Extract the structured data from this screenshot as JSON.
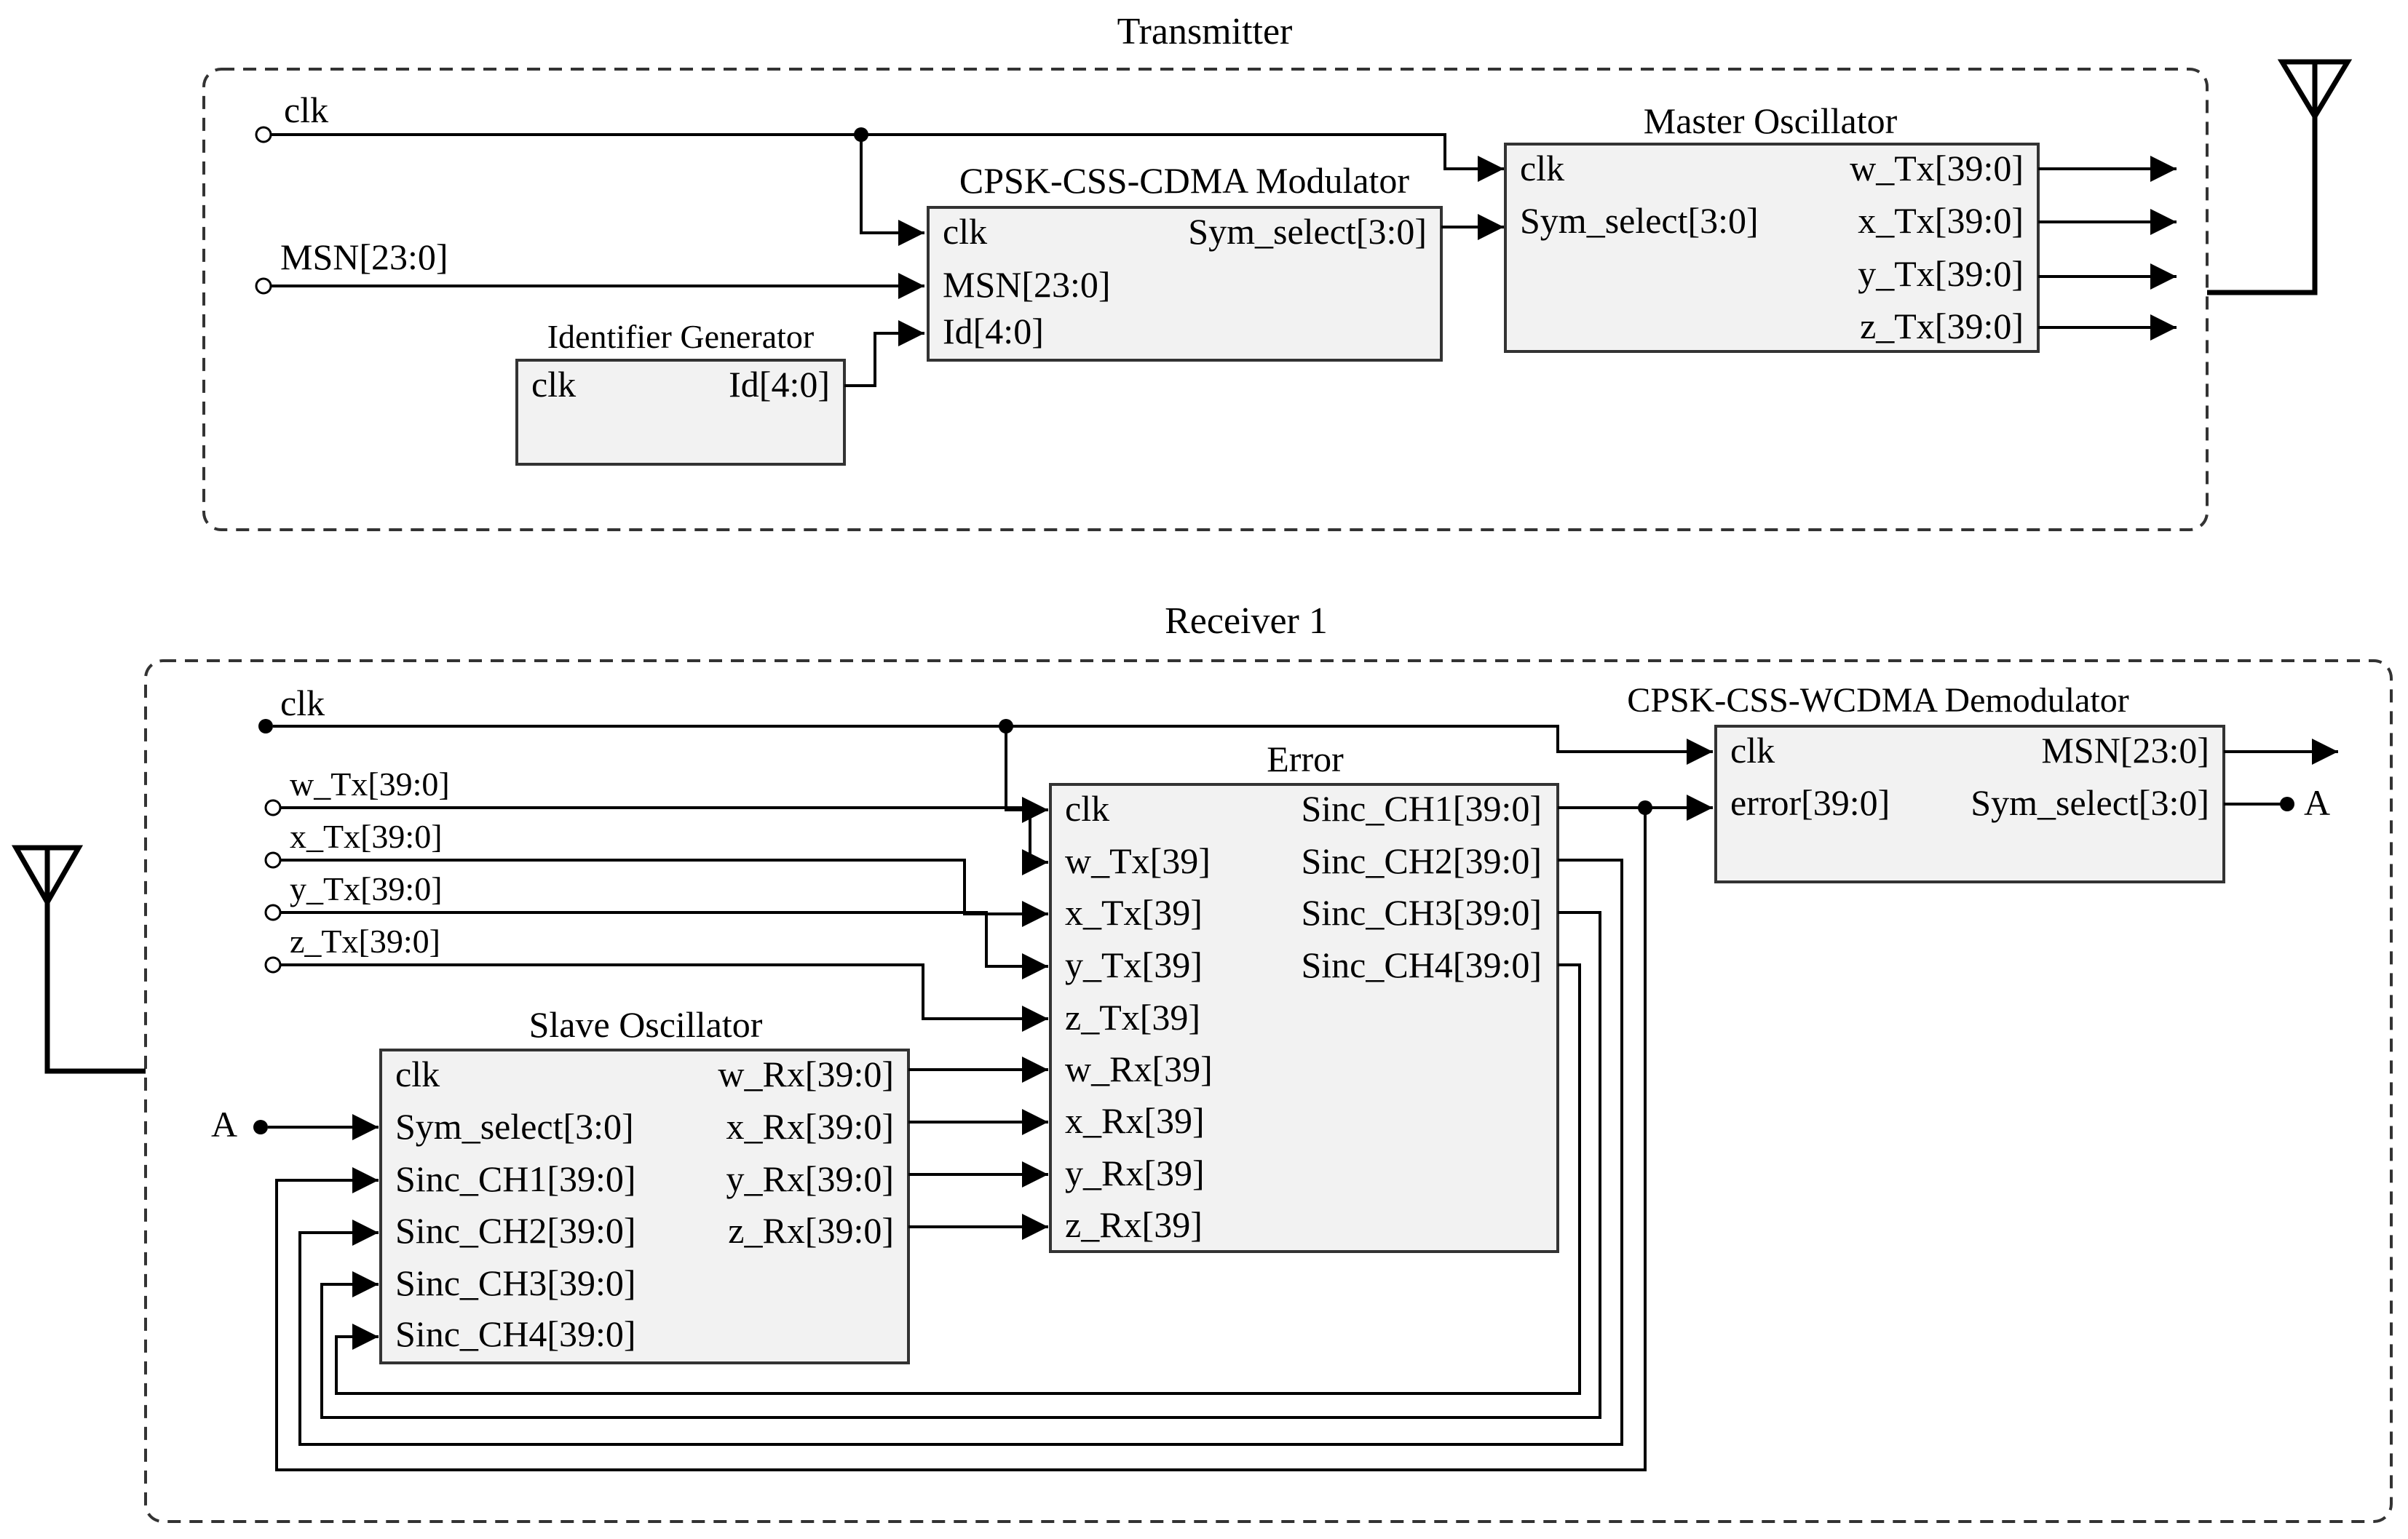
{
  "transmitter": {
    "title": "Transmitter",
    "inputs": {
      "clk": "clk",
      "msn": "MSN[23:0]"
    },
    "modulator": {
      "title": "CPSK-CSS-CDMA Modulator",
      "in_clk": "clk",
      "in_msn": "MSN[23:0]",
      "in_id": "Id[4:0]",
      "out_sym": "Sym_select[3:0]"
    },
    "idgen": {
      "title": "Identifier Generator",
      "in_clk": "clk",
      "out_id": "Id[4:0]"
    },
    "master": {
      "title": "Master Oscillator",
      "in_clk": "clk",
      "in_sym": "Sym_select[3:0]",
      "out_w": "w_Tx[39:0]",
      "out_x": "x_Tx[39:0]",
      "out_y": "y_Tx[39:0]",
      "out_z": "z_Tx[39:0]"
    }
  },
  "receiver": {
    "title": "Receiver 1",
    "inputs": {
      "clk": "clk",
      "w": "w_Tx[39:0]",
      "x": "x_Tx[39:0]",
      "y": "y_Tx[39:0]",
      "z": "z_Tx[39:0]",
      "a": "A"
    },
    "error": {
      "title": "Error",
      "in": [
        "clk",
        "w_Tx[39]",
        "x_Tx[39]",
        "y_Tx[39]",
        "z_Tx[39]",
        "w_Rx[39]",
        "x_Rx[39]",
        "y_Rx[39]",
        "z_Rx[39]"
      ],
      "out": [
        "Sinc_CH1[39:0]",
        "Sinc_CH2[39:0]",
        "Sinc_CH3[39:0]",
        "Sinc_CH4[39:0]"
      ]
    },
    "slave": {
      "title": "Slave Oscillator",
      "in": [
        "clk",
        "Sym_select[3:0]",
        "Sinc_CH1[39:0]",
        "Sinc_CH2[39:0]",
        "Sinc_CH3[39:0]",
        "Sinc_CH4[39:0]"
      ],
      "out": [
        "w_Rx[39:0]",
        "x_Rx[39:0]",
        "y_Rx[39:0]",
        "z_Rx[39:0]"
      ]
    },
    "demod": {
      "title": "CPSK-CSS-WCDMA Demodulator",
      "in_clk": "clk",
      "in_err": "error[39:0]",
      "out_msn": "MSN[23:0]",
      "out_sym": "Sym_select[3:0]",
      "out_a": "A"
    }
  }
}
